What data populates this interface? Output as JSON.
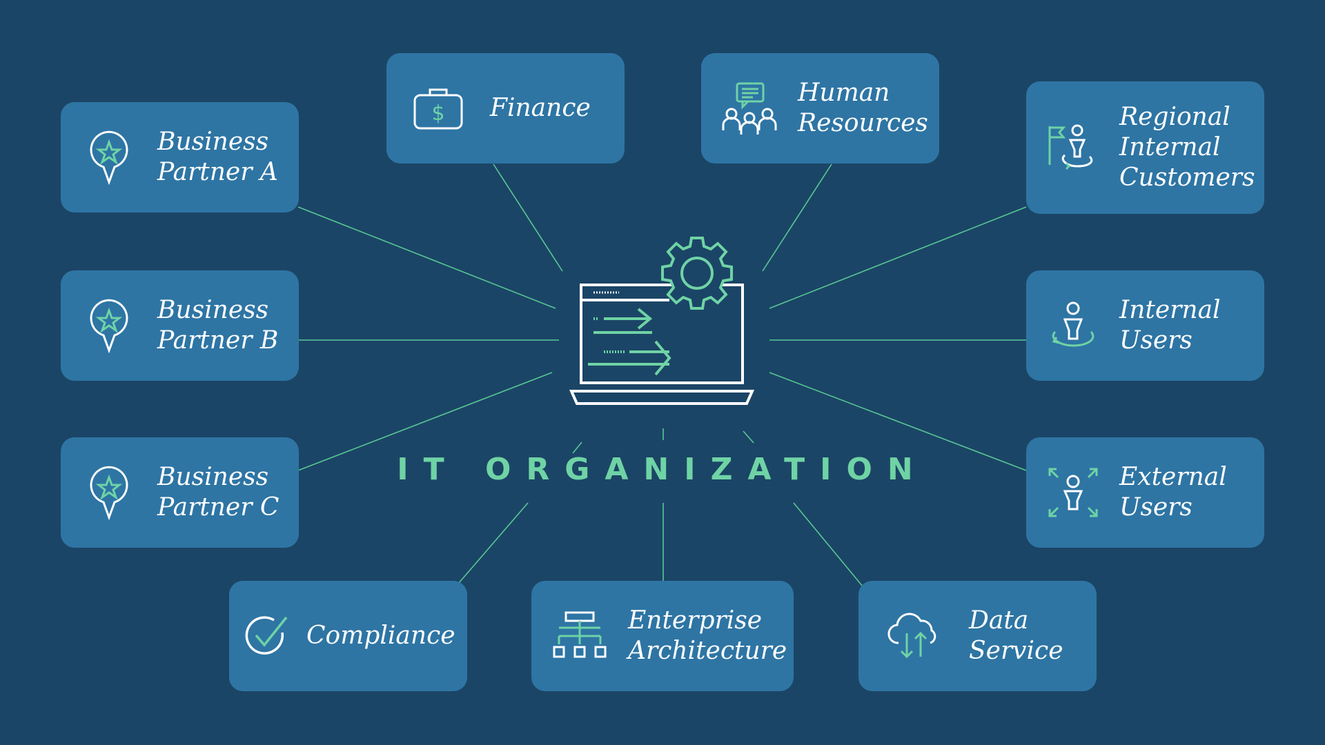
{
  "colors": {
    "background": "#1b4566",
    "card": "#2e75a4",
    "accent": "#6fd3a5",
    "text": "#ffffff",
    "line": "#58c896"
  },
  "center": {
    "title": "IT ORGANIZATION",
    "icon": "laptop-gear-transfer-icon"
  },
  "nodes": [
    {
      "id": "business-partner-a",
      "label": "Business\nPartner A",
      "icon": "map-pin-star-icon"
    },
    {
      "id": "finance",
      "label": "Finance",
      "icon": "briefcase-dollar-icon"
    },
    {
      "id": "human-resources",
      "label": "Human\nResources",
      "icon": "people-chat-icon"
    },
    {
      "id": "regional-internal-customers",
      "label": "Regional\nInternal\nCustomers",
      "icon": "flag-user-icon"
    },
    {
      "id": "business-partner-b",
      "label": "Business\nPartner B",
      "icon": "map-pin-star-icon"
    },
    {
      "id": "internal-users",
      "label": "Internal\nUsers",
      "icon": "user-orbit-icon"
    },
    {
      "id": "business-partner-c",
      "label": "Business\nPartner C",
      "icon": "map-pin-star-icon"
    },
    {
      "id": "external-users",
      "label": "External\nUsers",
      "icon": "user-expand-icon"
    },
    {
      "id": "compliance",
      "label": "Compliance",
      "icon": "checkmark-circle-icon"
    },
    {
      "id": "enterprise-architecture",
      "label": "Enterprise\nArchitecture",
      "icon": "org-chart-icon"
    },
    {
      "id": "data-service",
      "label": "Data\nService",
      "icon": "cloud-sync-icon"
    }
  ]
}
